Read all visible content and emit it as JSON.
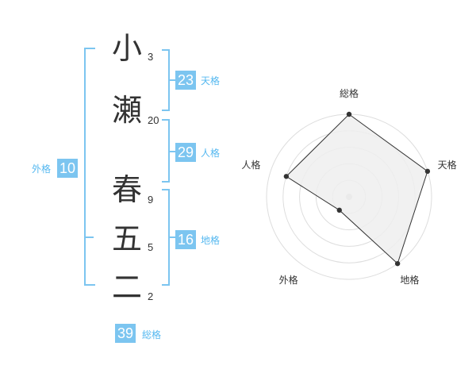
{
  "colors": {
    "accent": "#7cc5f0",
    "accent_text": "#55b8f0",
    "kanji_text": "#333333",
    "radar_fill": "#eeeeee",
    "radar_line": "#333333",
    "ring_line": "#dddddd"
  },
  "name": {
    "chars": [
      {
        "char": "小",
        "strokes": "3"
      },
      {
        "char": "瀬",
        "strokes": "20"
      },
      {
        "char": "春",
        "strokes": "9"
      },
      {
        "char": "五",
        "strokes": "5"
      },
      {
        "char": "二",
        "strokes": "2"
      }
    ]
  },
  "fortunes": {
    "tenkaku": {
      "value": "23",
      "label": "天格"
    },
    "jinkaku": {
      "value": "29",
      "label": "人格"
    },
    "chikaku": {
      "value": "16",
      "label": "地格"
    },
    "gaikaku": {
      "value": "10",
      "label": "外格"
    },
    "soukaku": {
      "value": "39",
      "label": "総格"
    }
  },
  "radar": {
    "levels": 5,
    "axes": [
      {
        "label": "総格",
        "value": 5
      },
      {
        "label": "天格",
        "value": 5
      },
      {
        "label": "地格",
        "value": 5
      },
      {
        "label": "外格",
        "value": 1
      },
      {
        "label": "人格",
        "value": 4
      }
    ]
  }
}
